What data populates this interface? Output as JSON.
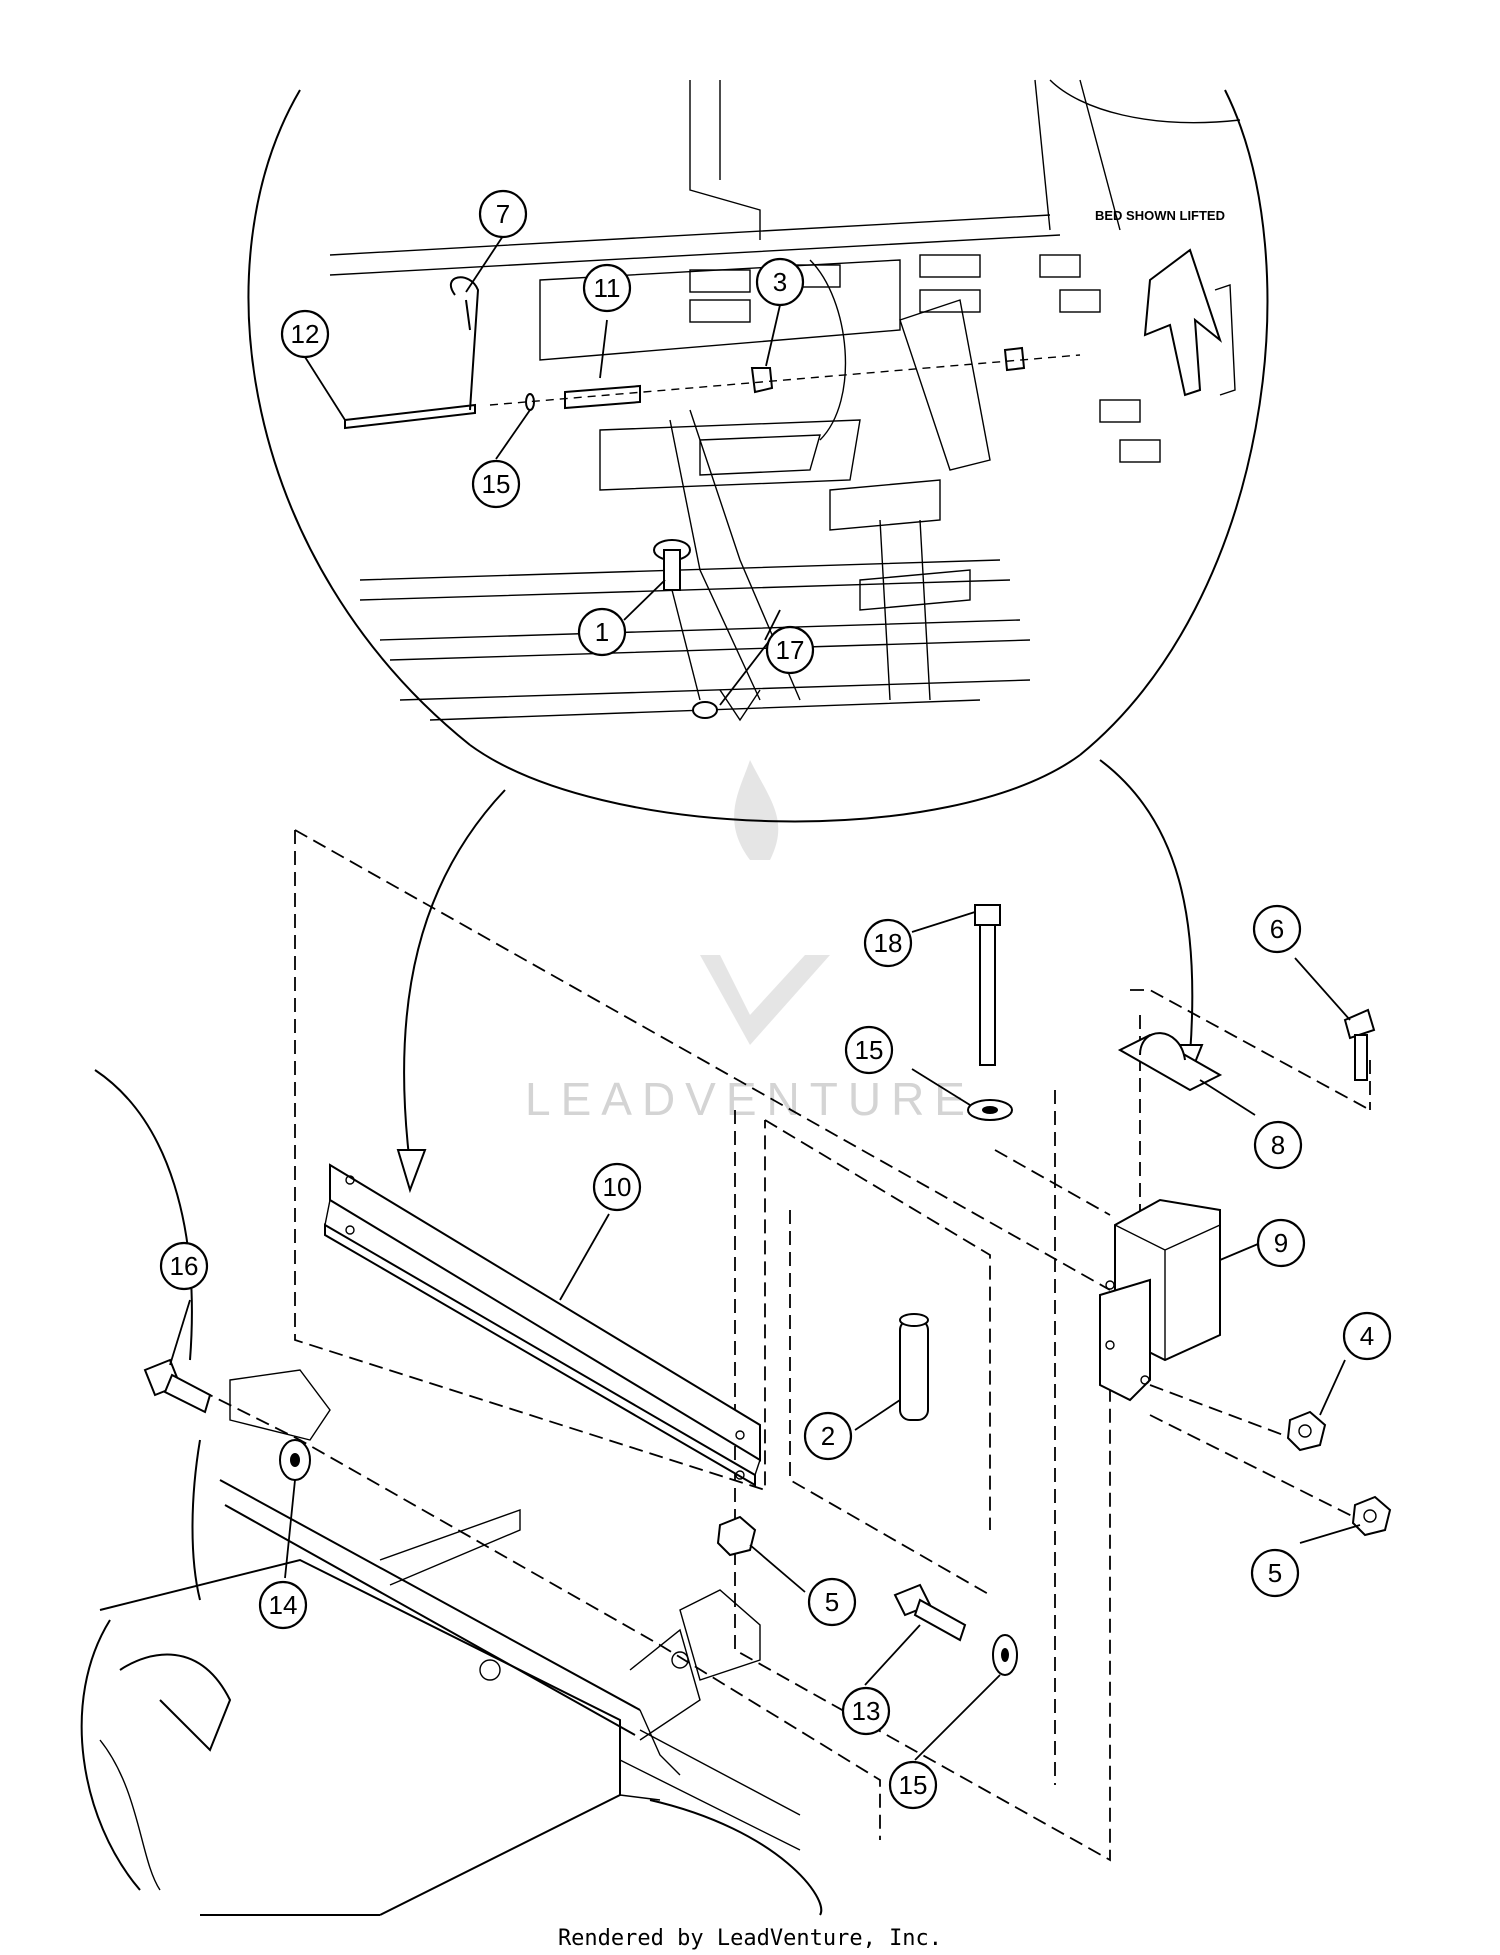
{
  "diagram": {
    "note": "BED SHOWN LIFTED",
    "watermark": "LEADVENTURE",
    "footer": "Rendered by LeadVenture, Inc."
  },
  "callouts": [
    "7",
    "11",
    "3",
    "12",
    "15",
    "1",
    "17",
    "18",
    "6",
    "15",
    "8",
    "9",
    "10",
    "16",
    "4",
    "2",
    "5",
    "5",
    "14",
    "13",
    "15"
  ]
}
